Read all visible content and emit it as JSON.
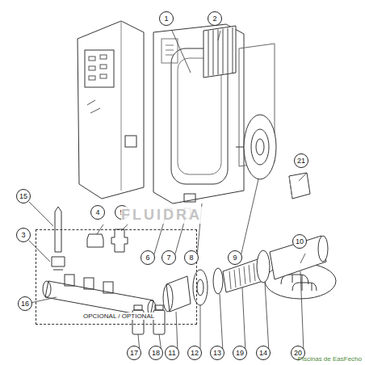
{
  "diagram": {
    "nodes": [
      {
        "text": [
          "OPCIONAL / OPTIONAL"
        ]
      }
    ],
    "labels": [
      "1",
      "2",
      "3",
      "4",
      "5",
      "6",
      "7",
      "8",
      "9",
      "10",
      "11",
      "12",
      "13",
      "14",
      "15",
      "16",
      "17",
      "18",
      "19",
      "20",
      "21",
      "FLUIDRA",
      "Piscinas de EasFecho"
    ]
  }
}
